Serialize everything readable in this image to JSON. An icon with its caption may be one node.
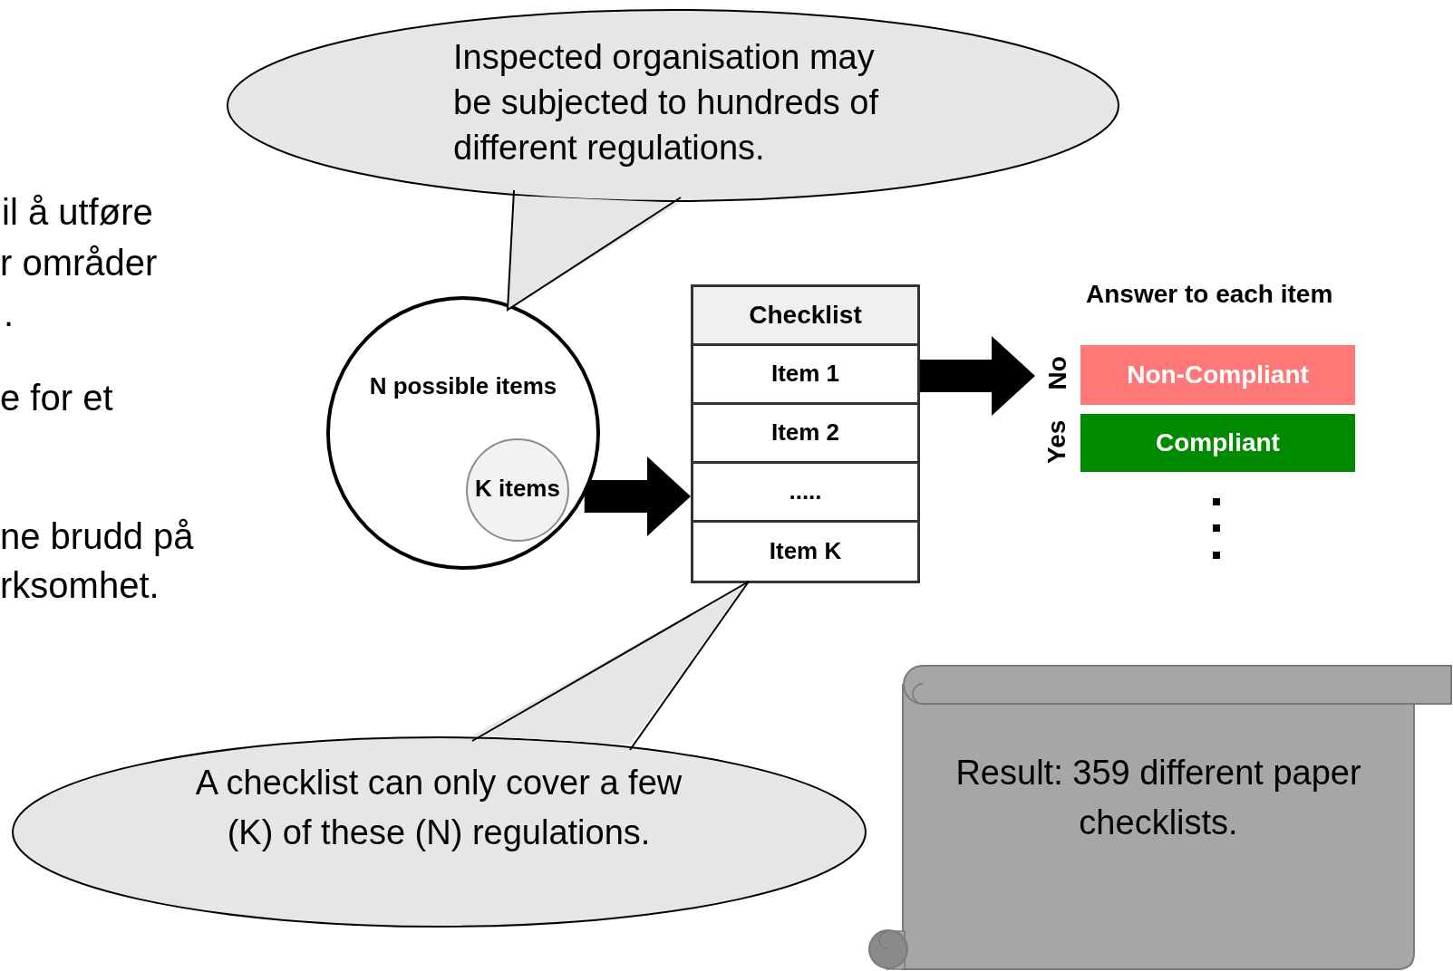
{
  "diagram": {
    "nodes": [
      {
        "text": [
          "Inspected organisation may be subjected to hundreds of different regulations."
        ]
      },
      {
        "text": [
          "N possible items"
        ]
      },
      {
        "text": [
          "K items"
        ],
        "in": 1
      },
      {
        "text": [],
        "shape": "box"
      },
      {
        "text": [
          "Checklist"
        ],
        "in": 3
      },
      {
        "text": [
          "Item 1"
        ],
        "in": 3
      },
      {
        "text": [
          "Item 2"
        ],
        "in": 3
      },
      {
        "text": [
          "....."
        ],
        "in": 3
      },
      {
        "text": [
          "Item K"
        ],
        "in": 3
      },
      {
        "text": [
          "A checklist can only cover a few (K) of these (N) regulations."
        ]
      },
      {
        "text": [
          "Non-Compliant"
        ]
      },
      {
        "text": [
          "Compliant"
        ]
      },
      {
        "text": [
          "Result: 359 different paper checklists."
        ]
      }
    ],
    "edges": [
      {
        "from": 1,
        "to": 3,
        "arrow": "to"
      },
      {
        "from": 3,
        "to": null,
        "arrow": "to"
      }
    ],
    "labels": [
      "il å utføre",
      "r områder",
      ".",
      "e for et",
      "ne brudd på",
      "rksomhet.",
      "Answer to each item",
      "No",
      "Yes"
    ]
  }
}
